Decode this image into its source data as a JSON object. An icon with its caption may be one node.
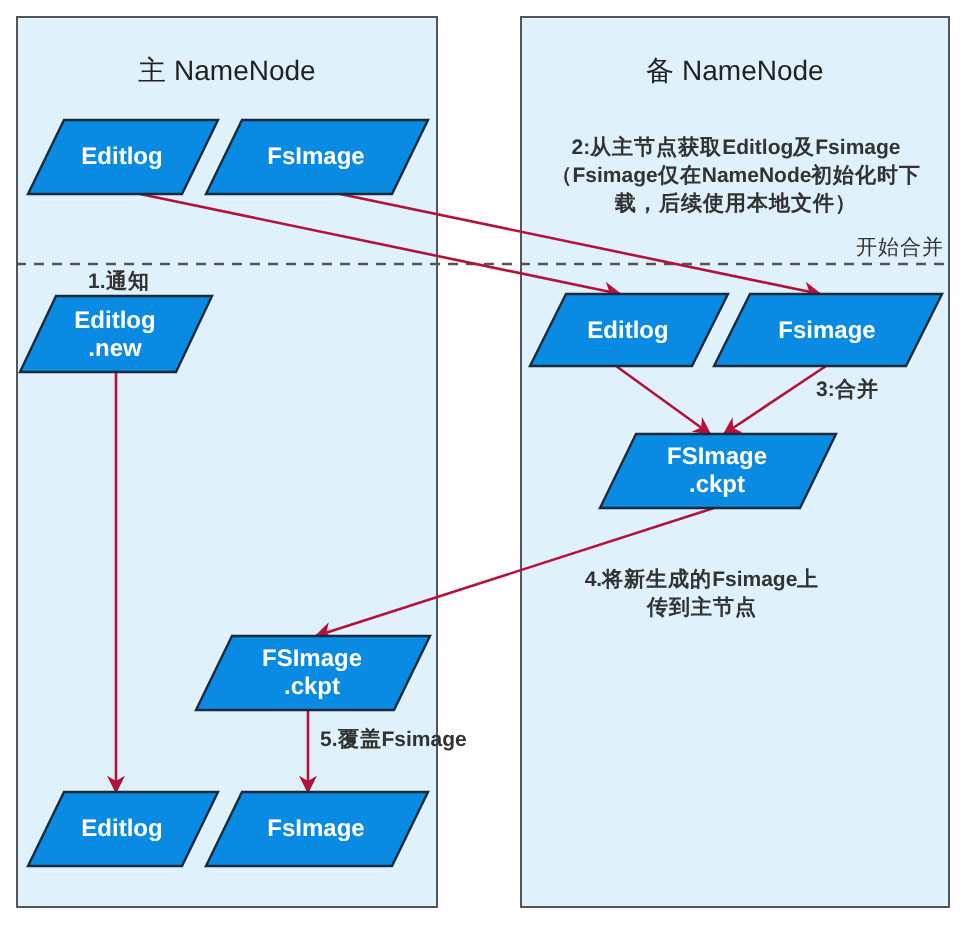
{
  "diagram": {
    "nodes": [
      {
        "text": [
          "主 NameNode"
        ]
      },
      {
        "text": [
          "备 NameNode"
        ]
      },
      {
        "text": [
          "Editlog"
        ],
        "in": 0
      },
      {
        "text": [
          "FsImage"
        ],
        "in": 0
      },
      {
        "text": [
          "Editlog .new"
        ],
        "in": 0,
        "beside": [
          "1.通知"
        ]
      },
      {
        "text": [
          "FSImage .ckpt"
        ],
        "in": 0
      },
      {
        "text": [
          "Editlog"
        ],
        "in": 0
      },
      {
        "text": [
          "FsImage"
        ],
        "in": 0
      },
      {
        "text": [
          "Editlog"
        ],
        "in": 1
      },
      {
        "text": [
          "Fsimage"
        ],
        "in": 1
      },
      {
        "text": [
          "FSImage .ckpt"
        ],
        "in": 1
      }
    ],
    "edges": [
      {
        "from": 2,
        "to": 8,
        "arrow": "to"
      },
      {
        "from": 3,
        "to": 9,
        "arrow": "to"
      },
      {
        "from": 8,
        "to": 10,
        "arrow": "to"
      },
      {
        "from": 9,
        "to": 10,
        "arrow": "to",
        "label": "3:合并"
      },
      {
        "from": 10,
        "to": 5,
        "arrow": "to",
        "label": "4.将新生成的Fsimage上传到主节点"
      },
      {
        "from": 4,
        "to": 6,
        "arrow": "to"
      },
      {
        "from": 5,
        "to": 7,
        "arrow": "to",
        "label": "5.覆盖Fsimage"
      }
    ],
    "labels": [
      "2:从主节点获取Editlog及Fsimage（Fsimage仅在NameNode初始化时下载，后续使用本地文件）",
      "开始合并"
    ]
  }
}
